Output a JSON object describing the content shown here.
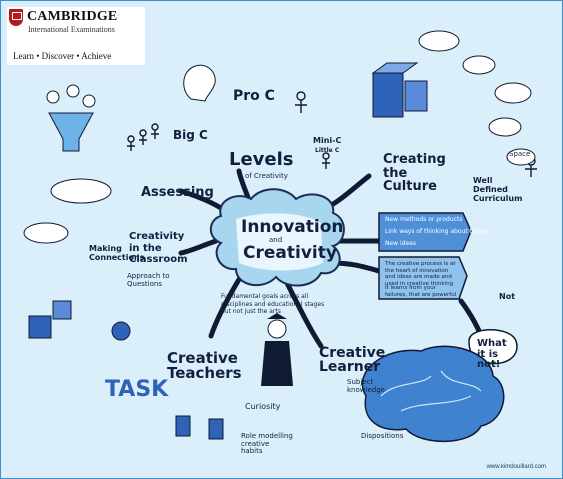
{
  "logo": {
    "brand": "CAMBRIDGE",
    "subtitle": "International Examinations",
    "tagline": "Learn • Discover • Achieve"
  },
  "center": {
    "title_1": "Innovation",
    "title_and": "and",
    "title_2": "Creativity",
    "subtitle": "Fundamental goals across all disciplines and educational stages but not just the arts"
  },
  "branches": {
    "levels": "Levels",
    "levels_sub": "of Creativity",
    "assessing": "Assessing",
    "classroom": "Creativity in the Classroom",
    "teachers": "Creative Teachers",
    "learner": "Creative Learner",
    "culture": "Creating the Culture",
    "what_it_is_not": "What it is not!"
  },
  "notes": {
    "big_c": "Big C",
    "pro_c": "Pro C",
    "mini_c": "Mini-C",
    "little_c": "Little C",
    "new_methods": "New methods or products",
    "link_ideas": "Link ways of thinking about things",
    "new_ideas": "New ideas",
    "creative_process": "The creative process is at the heart of innovation and ideas are made and used in creative thinking",
    "it_learns": "It learns from your failures, that are powerful",
    "making_connections": "Making Connections",
    "approach": "Approach to Questions",
    "task": "TASK",
    "subject_knowledge": "Subject knowledge",
    "dispositions": "Dispositions",
    "curiosity": "Curiosity",
    "role_modelling": "Role modelling creative habits",
    "space": "Space",
    "well_defined": "Well Defined Curriculum",
    "not": "Not"
  },
  "credit": "www.kimdouillard.com"
}
